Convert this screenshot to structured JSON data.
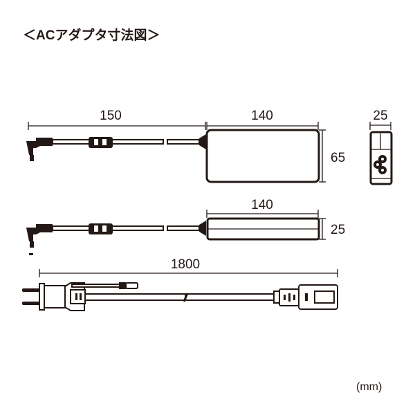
{
  "title": "＜ACアダプタ寸法図＞",
  "dimensions": {
    "cable_length_dc": "150",
    "body_length_top": "140",
    "body_width": "65",
    "body_depth_end": "25",
    "body_length_side": "140",
    "body_height_side": "25",
    "ac_cable_length": "1800"
  },
  "unit": "(mm)",
  "colors": {
    "line": "#231815",
    "background": "#ffffff"
  }
}
